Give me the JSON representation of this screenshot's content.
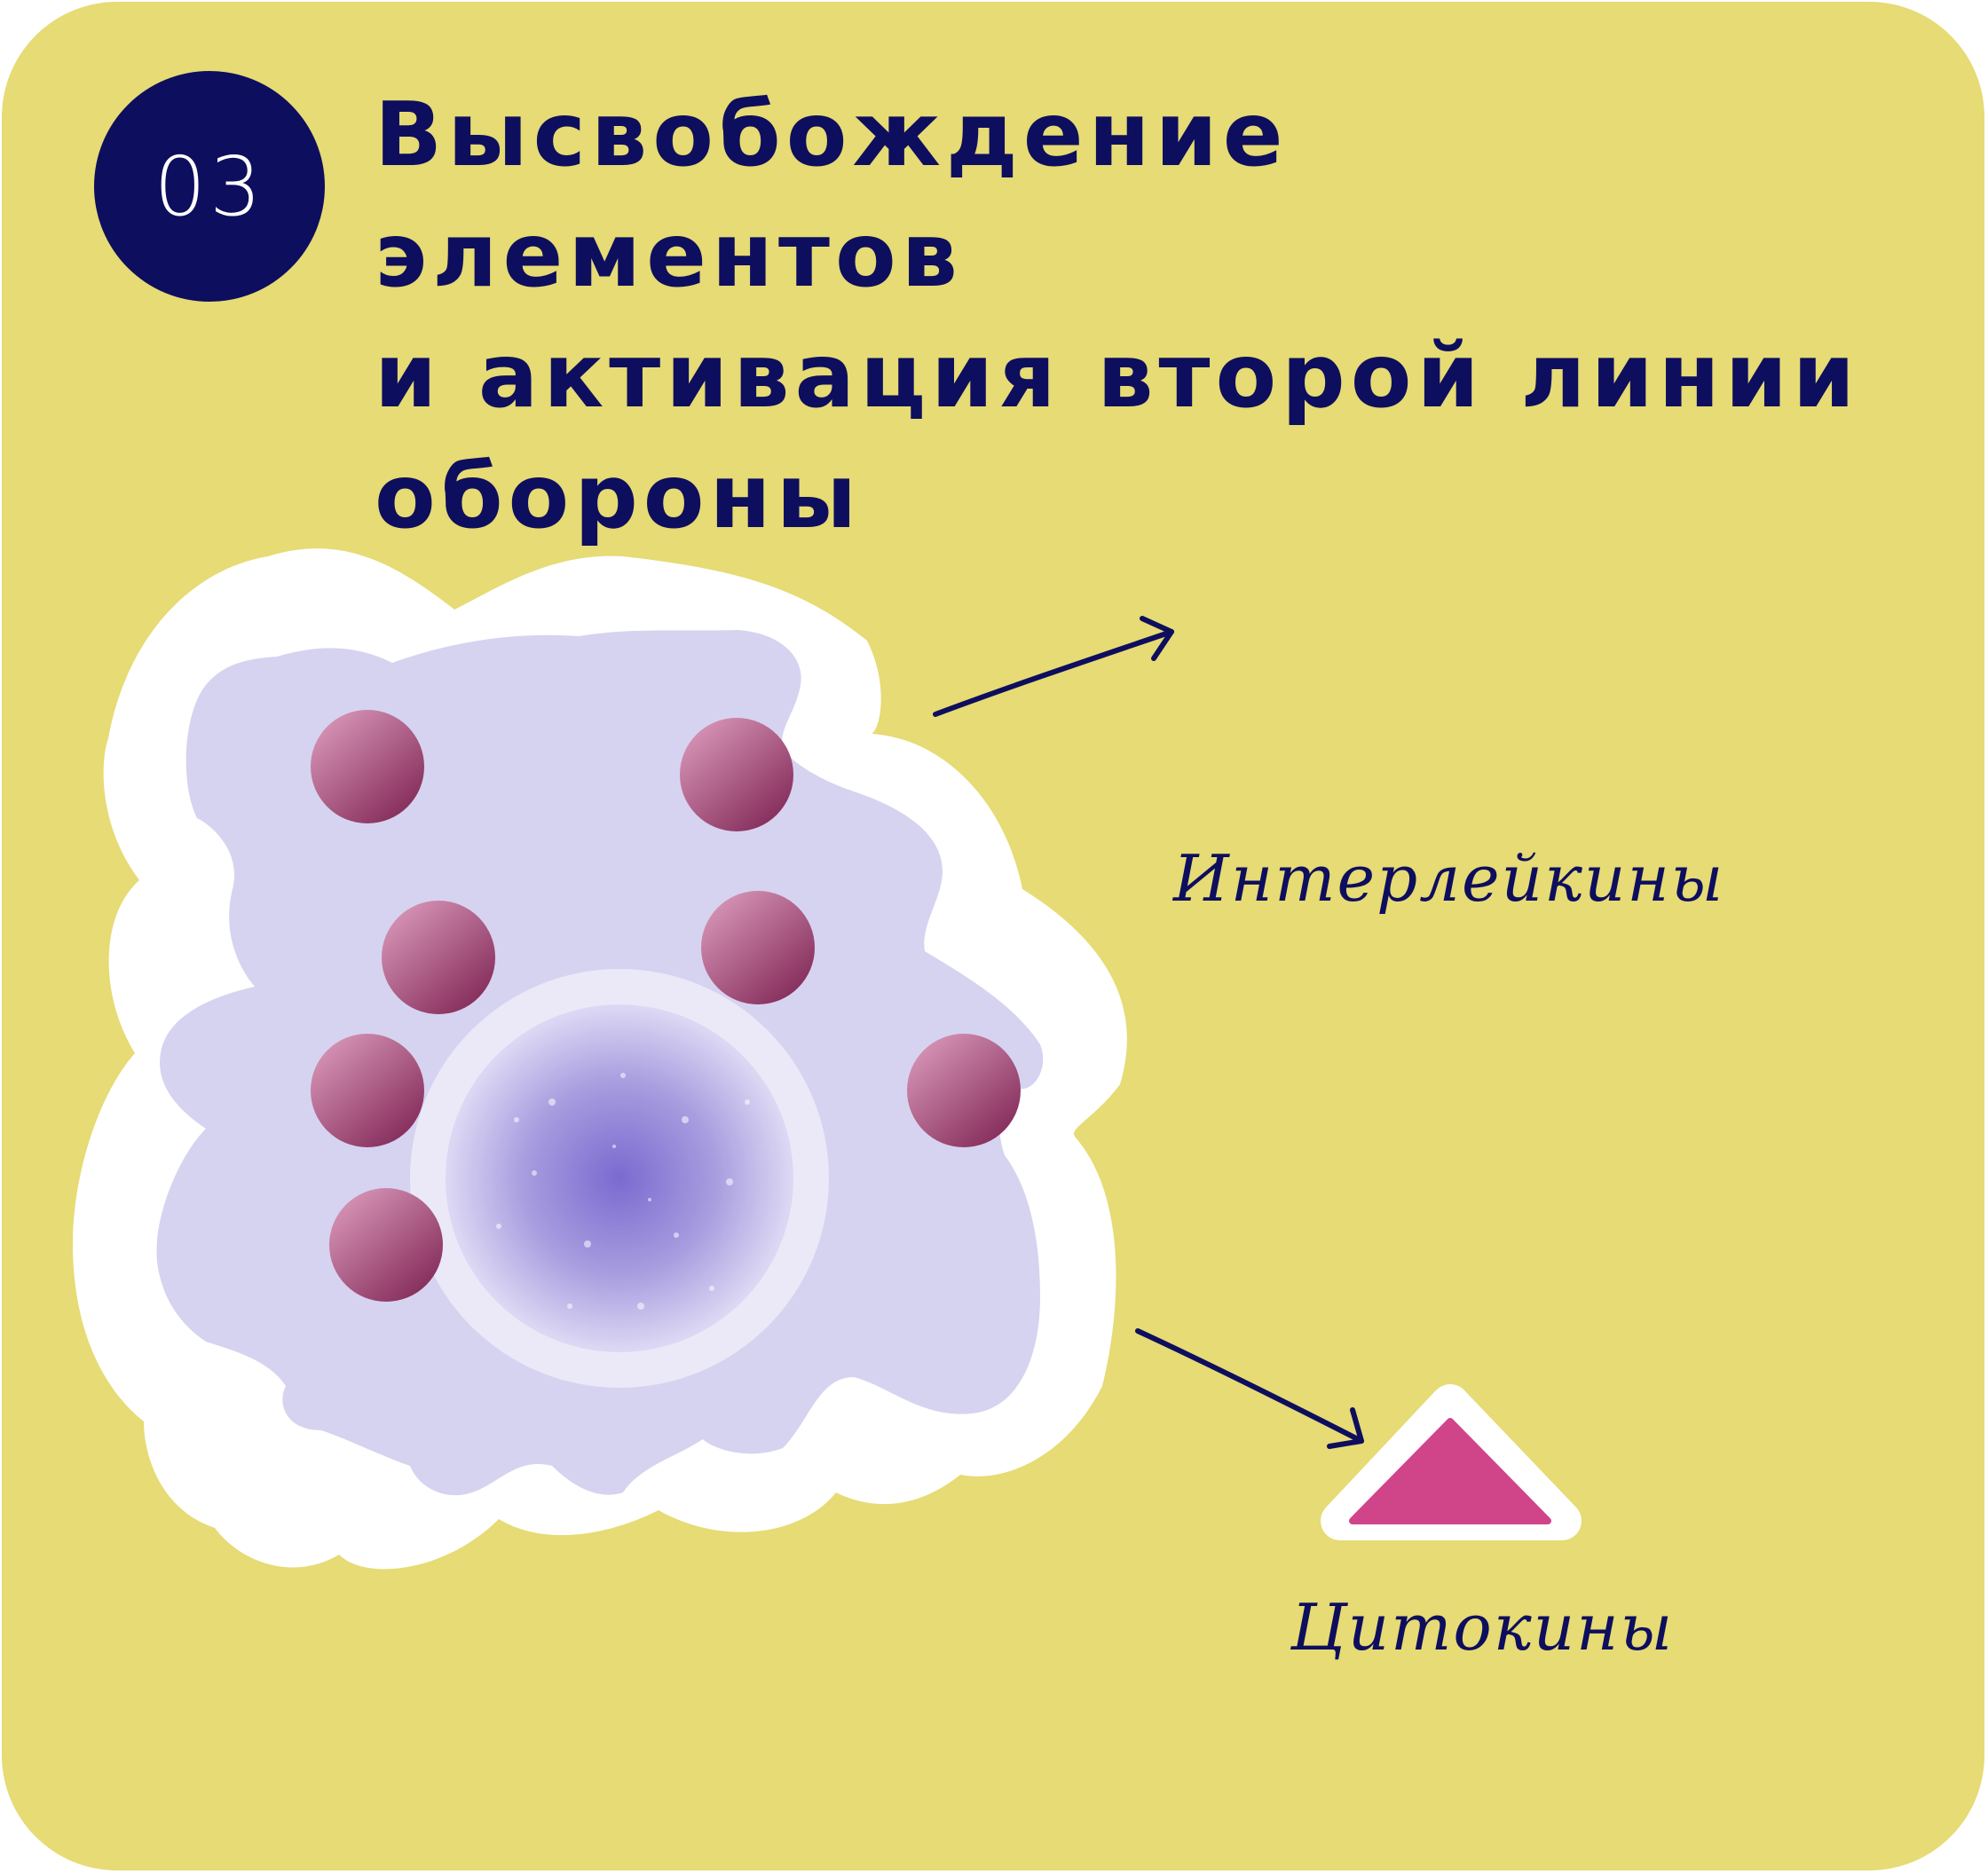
{
  "step": {
    "number": "03"
  },
  "title": {
    "line1": "Высвобождение элементов",
    "line2": "и активация второй линии",
    "line3": "обороны"
  },
  "labels": {
    "interleukins": "Интерлейкины",
    "cytokines": "Цитокины"
  },
  "colors": {
    "background": "#e6db74",
    "navy": "#0e0e5e",
    "cell_body": "#d6d3f0",
    "granule": "#9e4670",
    "cytokine": "#d0448a"
  },
  "icons": [
    "immune-cell-icon",
    "cytokine-triangle-icon",
    "arrow-icon"
  ]
}
